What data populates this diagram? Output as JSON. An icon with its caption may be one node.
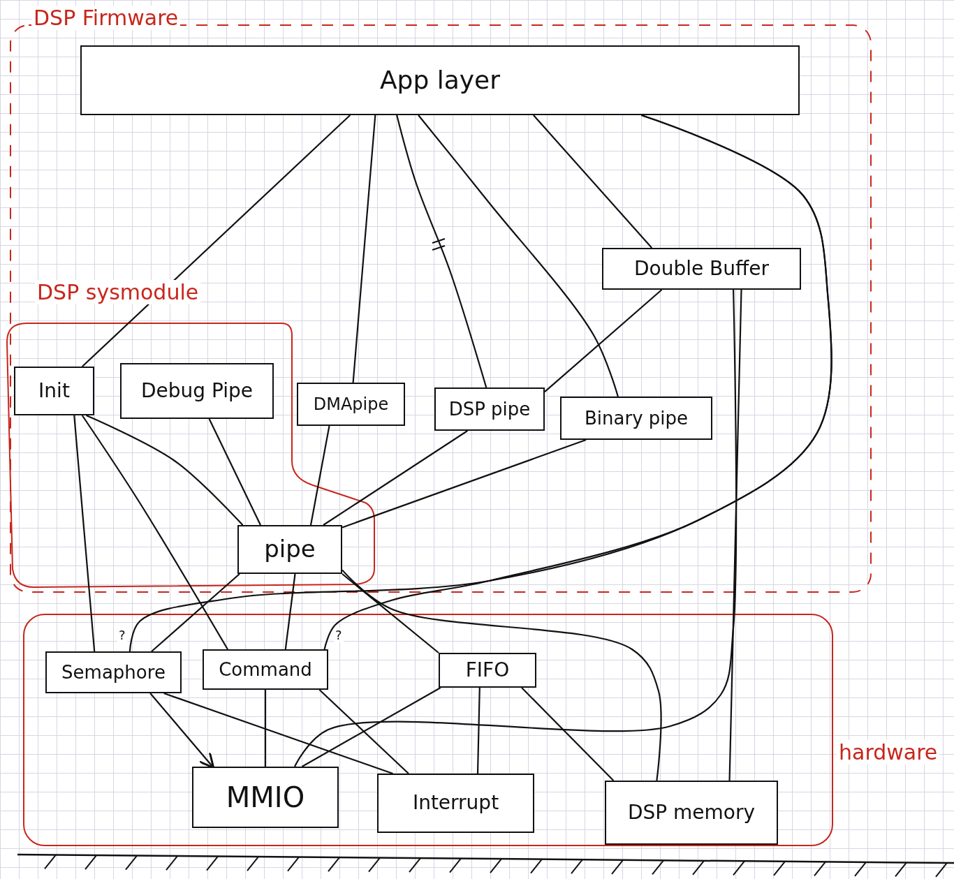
{
  "diagram": {
    "nodes": [
      {
        "text": [
          "DSP Firmware"
        ]
      },
      {
        "text": [
          "App layer"
        ],
        "in": 0
      },
      {
        "text": [
          "DSP sysmodule"
        ],
        "in": 0
      },
      {
        "text": [
          "Init"
        ],
        "in": 2
      },
      {
        "text": [
          "Debug Pipe"
        ],
        "in": 2
      },
      {
        "text": [
          "DMApipe"
        ],
        "in": 0
      },
      {
        "text": [
          "DSP pipe"
        ],
        "in": 0
      },
      {
        "text": [
          "Binary pipe"
        ],
        "in": 0
      },
      {
        "text": [
          "Double Buffer"
        ],
        "in": 0
      },
      {
        "text": [
          "pipe"
        ],
        "in": 2
      },
      {
        "text": [
          "hardware"
        ]
      },
      {
        "text": [
          "Semaphore"
        ],
        "in": 10
      },
      {
        "text": [
          "Command"
        ],
        "in": 10
      },
      {
        "text": [
          "FIFO"
        ],
        "in": 10
      },
      {
        "text": [
          "MMIO"
        ],
        "in": 10
      },
      {
        "text": [
          "Interrupt"
        ],
        "in": 10
      },
      {
        "text": [
          "DSP memory"
        ],
        "in": 10
      }
    ],
    "edges": [
      {
        "from": 1,
        "to": 3,
        "arrow": "none"
      },
      {
        "from": 1,
        "to": 5,
        "arrow": "none"
      },
      {
        "from": 1,
        "to": 6,
        "arrow": "none"
      },
      {
        "from": 1,
        "to": 7,
        "arrow": "none"
      },
      {
        "from": 1,
        "to": 8,
        "arrow": "none"
      },
      {
        "from": 1,
        "to": 11,
        "arrow": "none",
        "label": "?"
      },
      {
        "from": 1,
        "to": 12,
        "arrow": "none",
        "label": "?"
      },
      {
        "from": 3,
        "to": 9,
        "arrow": "none"
      },
      {
        "from": 3,
        "to": 11,
        "arrow": "none"
      },
      {
        "from": 3,
        "to": 12,
        "arrow": "none"
      },
      {
        "from": 4,
        "to": 9,
        "arrow": "none"
      },
      {
        "from": 5,
        "to": 9,
        "arrow": "none"
      },
      {
        "from": 6,
        "to": 9,
        "arrow": "none"
      },
      {
        "from": 7,
        "to": 9,
        "arrow": "none"
      },
      {
        "from": 8,
        "to": 6,
        "arrow": "none"
      },
      {
        "from": 8,
        "to": 16,
        "arrow": "none"
      },
      {
        "from": 9,
        "to": 11,
        "arrow": "none"
      },
      {
        "from": 9,
        "to": 12,
        "arrow": "none"
      },
      {
        "from": 9,
        "to": 13,
        "arrow": "none"
      },
      {
        "from": 9,
        "to": 16,
        "arrow": "none"
      },
      {
        "from": 11,
        "to": 14,
        "arrow": "to"
      },
      {
        "from": 11,
        "to": 15,
        "arrow": "none"
      },
      {
        "from": 12,
        "to": 14,
        "arrow": "none"
      },
      {
        "from": 12,
        "to": 15,
        "arrow": "none"
      },
      {
        "from": 13,
        "to": 14,
        "arrow": "none"
      },
      {
        "from": 13,
        "to": 15,
        "arrow": "none"
      },
      {
        "from": 13,
        "to": 16,
        "arrow": "none"
      },
      {
        "from": 14,
        "to": 8,
        "arrow": "none"
      }
    ]
  }
}
